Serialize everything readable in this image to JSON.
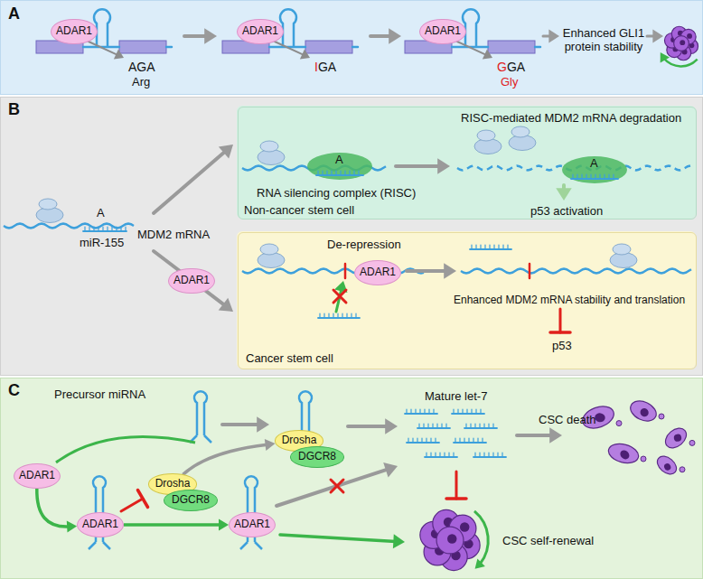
{
  "diagram": {
    "nodes": [
      {
        "text": [
          "A"
        ]
      },
      {
        "text": [
          "ADAR1"
        ],
        "in": 0
      },
      {
        "text": [
          "ADAR1"
        ],
        "in": 0
      },
      {
        "text": [
          "ADAR1"
        ],
        "in": 0
      },
      {
        "text": [
          "B"
        ]
      },
      {
        "text": [
          "RNA silencing complex (RISC)",
          "RISC-mediated MDM2 mRNA degradation",
          "p53 activation",
          "Non-cancer stem cell"
        ],
        "in": 4
      },
      {
        "text": [
          "ADAR1"
        ],
        "in": 4
      },
      {
        "text": [
          "De-repression",
          "Enhanced MDM2 mRNA stability and translation",
          "p53",
          "Cancer stem cell"
        ],
        "in": 4
      },
      {
        "text": [
          "ADAR1"
        ],
        "in": 7
      },
      {
        "text": [
          "C"
        ]
      },
      {
        "text": [
          "ADAR1"
        ],
        "in": 9
      },
      {
        "text": [
          "ADAR1"
        ],
        "in": 9
      },
      {
        "text": [
          "Drosha"
        ],
        "in": 9
      },
      {
        "text": [
          "DGCR8"
        ],
        "in": 9
      },
      {
        "text": [
          "Drosha"
        ],
        "in": 9
      },
      {
        "text": [
          "DGCR8"
        ],
        "in": 9
      },
      {
        "text": [
          "ADAR1"
        ],
        "in": 9
      }
    ],
    "edges": [
      {
        "from": 10,
        "to": 11,
        "arrow": "to"
      },
      {
        "from": 14,
        "to": 12,
        "arrow": "to"
      },
      {
        "from": 11,
        "to": 16,
        "arrow": "to"
      }
    ],
    "labels": [
      "AGA",
      "Arg",
      "IGA",
      "GGA",
      "Gly",
      "Enhanced GLI1 protein stability",
      "A",
      "miR-155",
      "MDM2 mRNA",
      "A",
      "A",
      "Precursor miRNA",
      "Mature let-7",
      "CSC death",
      "CSC self-renewal"
    ]
  }
}
